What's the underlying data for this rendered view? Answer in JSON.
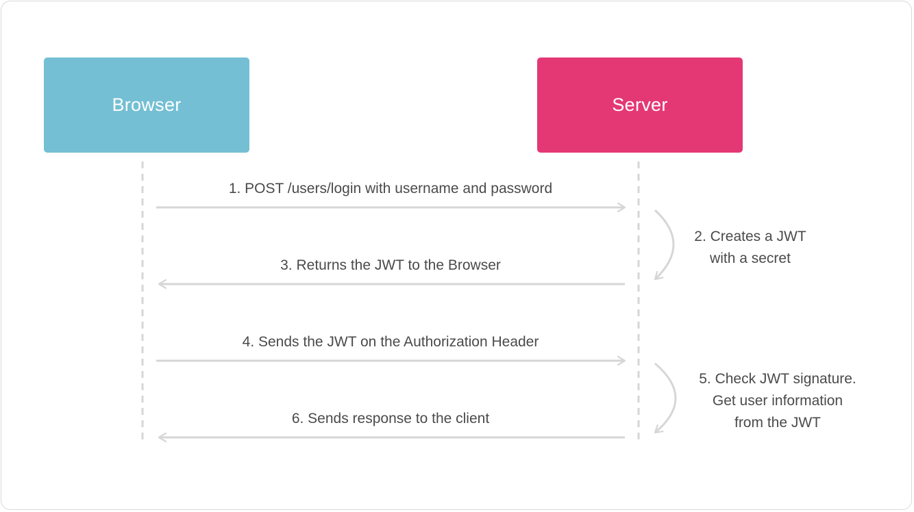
{
  "actors": {
    "browser": {
      "label": "Browser",
      "color": "#74bfd4"
    },
    "server": {
      "label": "Server",
      "color": "#e43875"
    }
  },
  "messages": [
    {
      "step": 1,
      "label": "1. POST /users/login with username and password",
      "direction": "browser-to-server"
    },
    {
      "step": 3,
      "label": "3. Returns the JWT to the Browser",
      "direction": "server-to-browser"
    },
    {
      "step": 4,
      "label": "4. Sends the JWT on the Authorization Header",
      "direction": "browser-to-server"
    },
    {
      "step": 6,
      "label": "6. Sends response to the client",
      "direction": "server-to-browser"
    }
  ],
  "server_notes": [
    {
      "step": 2,
      "lines": [
        "2. Creates a JWT",
        "with a secret"
      ]
    },
    {
      "step": 5,
      "lines": [
        "5. Check JWT signature.",
        "Get user information",
        "from the JWT"
      ]
    }
  ],
  "line_color": "#d6d6d6"
}
